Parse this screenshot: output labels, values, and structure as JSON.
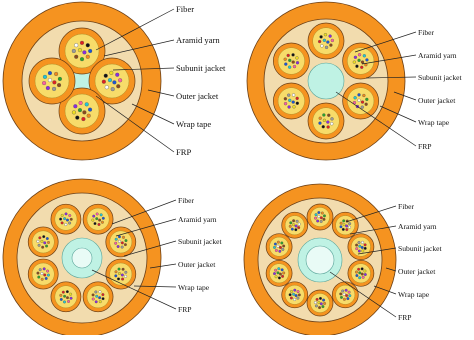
{
  "colors": {
    "outer_jacket": "#f59320",
    "wrap_tape": "#f2dcae",
    "subunit_jacket": "#f59320",
    "aramid_yarn": "#f7dc6a",
    "frp": "#bff2e4",
    "frp_core": "#e9fbf6",
    "outline": "#6b3f16",
    "leader": "#222222",
    "fiber_colors": [
      "#1a55d6",
      "#f08a1a",
      "#2aa52a",
      "#8b4a1a",
      "#9a9a9a",
      "#ffffff",
      "#e02020",
      "#111111",
      "#f0e020",
      "#8a2be2",
      "#ff5fa2",
      "#20c8d8"
    ]
  },
  "diagrams": [
    {
      "id": "cable-4-subunits",
      "subunits": 4,
      "labels": [
        "Fiber",
        "Aramid yarn",
        "Subunit jacket",
        "Outer jacket",
        "Wrap tape",
        "FRP"
      ]
    },
    {
      "id": "cable-6-subunits",
      "subunits": 6,
      "labels": [
        "Fiber",
        "Aramid yarn",
        "Subunit jacket",
        "Outer jacket",
        "Wrap tape",
        "FRP"
      ]
    },
    {
      "id": "cable-8-subunits",
      "subunits": 8,
      "labels": [
        "Fiber",
        "Aramid yarn",
        "Subunit jacket",
        "Outer jacket",
        "Wrap tape",
        "FRP"
      ]
    },
    {
      "id": "cable-10-subunits",
      "subunits": 10,
      "labels": [
        "Fiber",
        "Aramid yarn",
        "Subunit jacket",
        "Outer jacket",
        "Wrap tape",
        "FRP"
      ]
    }
  ]
}
